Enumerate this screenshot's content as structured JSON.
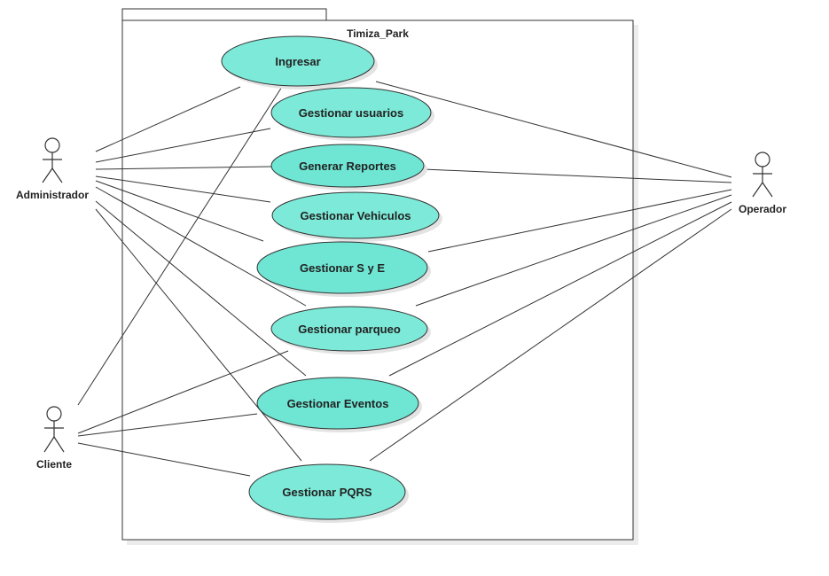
{
  "system": {
    "title": "Timiza_Park"
  },
  "colors": {
    "usecase_fill": "#7de9d8",
    "usecase_fill_alt": "#6ee6d3",
    "stroke": "#333333",
    "shadow": "#e3e3e3"
  },
  "actors": [
    {
      "id": "admin",
      "label": "Administrador"
    },
    {
      "id": "operador",
      "label": "Operador"
    },
    {
      "id": "cliente",
      "label": "Cliente"
    }
  ],
  "usecases": [
    {
      "id": "ingresar",
      "label": "Ingresar"
    },
    {
      "id": "usuarios",
      "label": "Gestionar usuarios"
    },
    {
      "id": "reportes",
      "label": "Generar Reportes"
    },
    {
      "id": "vehiculos",
      "label": "Gestionar Vehiculos"
    },
    {
      "id": "sye",
      "label": "Gestionar S y E"
    },
    {
      "id": "parqueo",
      "label": "Gestionar parqueo"
    },
    {
      "id": "eventos",
      "label": "Gestionar Eventos"
    },
    {
      "id": "pqrs",
      "label": "Gestionar PQRS"
    }
  ],
  "associations": [
    [
      "admin",
      "ingresar"
    ],
    [
      "admin",
      "usuarios"
    ],
    [
      "admin",
      "reportes"
    ],
    [
      "admin",
      "vehiculos"
    ],
    [
      "admin",
      "sye"
    ],
    [
      "admin",
      "parqueo"
    ],
    [
      "admin",
      "eventos"
    ],
    [
      "admin",
      "pqrs"
    ],
    [
      "operador",
      "ingresar"
    ],
    [
      "operador",
      "reportes"
    ],
    [
      "operador",
      "sye"
    ],
    [
      "operador",
      "parqueo"
    ],
    [
      "operador",
      "eventos"
    ],
    [
      "operador",
      "pqrs"
    ],
    [
      "cliente",
      "ingresar"
    ],
    [
      "cliente",
      "parqueo"
    ],
    [
      "cliente",
      "eventos"
    ],
    [
      "cliente",
      "pqrs"
    ]
  ]
}
